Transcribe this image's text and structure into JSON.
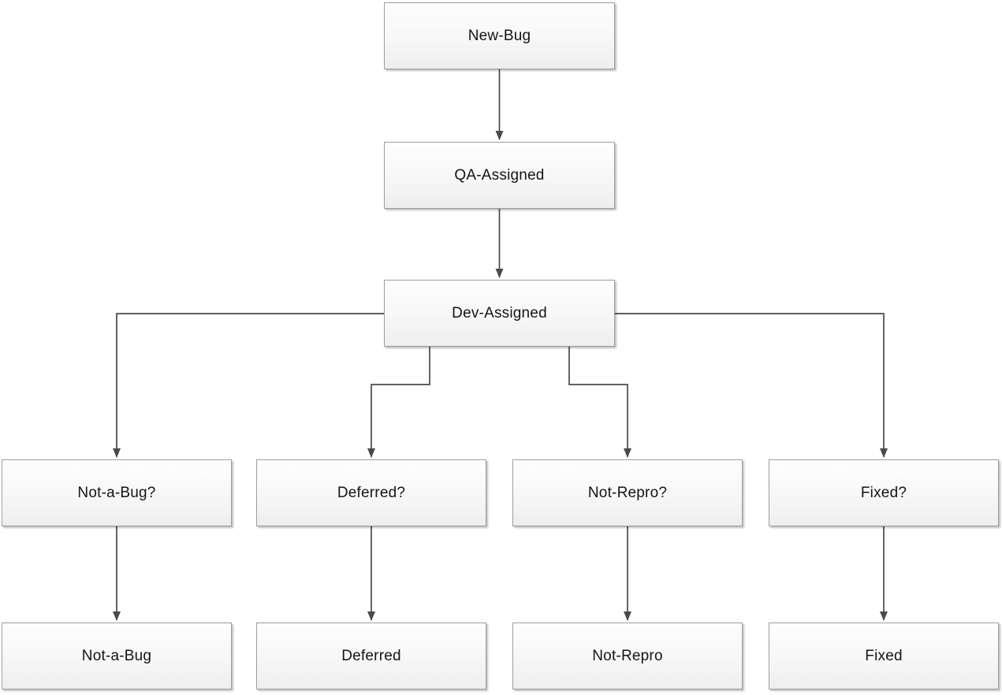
{
  "diagram": {
    "type": "flowchart",
    "description": "Bug lifecycle workflow",
    "line_color": "#4a4a4a",
    "box_border_color": "#9e9e9e",
    "box_fill_top": "#fefefe",
    "box_fill_bottom": "#eeeeee"
  },
  "nodes": {
    "new_bug": {
      "label": "New-Bug"
    },
    "qa_assigned": {
      "label": "QA-Assigned"
    },
    "dev_assigned": {
      "label": "Dev-Assigned"
    },
    "not_a_bug_q": {
      "label": "Not-a-Bug?"
    },
    "deferred_q": {
      "label": "Deferred?"
    },
    "not_repro_q": {
      "label": "Not-Repro?"
    },
    "fixed_q": {
      "label": "Fixed?"
    },
    "not_a_bug": {
      "label": "Not-a-Bug"
    },
    "deferred": {
      "label": "Deferred"
    },
    "not_repro": {
      "label": "Not-Repro"
    },
    "fixed": {
      "label": "Fixed"
    }
  },
  "edges": [
    {
      "from": "New-Bug",
      "to": "QA-Assigned"
    },
    {
      "from": "QA-Assigned",
      "to": "Dev-Assigned"
    },
    {
      "from": "Dev-Assigned",
      "to": "Not-a-Bug?"
    },
    {
      "from": "Dev-Assigned",
      "to": "Deferred?"
    },
    {
      "from": "Dev-Assigned",
      "to": "Not-Repro?"
    },
    {
      "from": "Dev-Assigned",
      "to": "Fixed?"
    },
    {
      "from": "Not-a-Bug?",
      "to": "Not-a-Bug"
    },
    {
      "from": "Deferred?",
      "to": "Deferred"
    },
    {
      "from": "Not-Repro?",
      "to": "Not-Repro"
    },
    {
      "from": "Fixed?",
      "to": "Fixed"
    }
  ]
}
